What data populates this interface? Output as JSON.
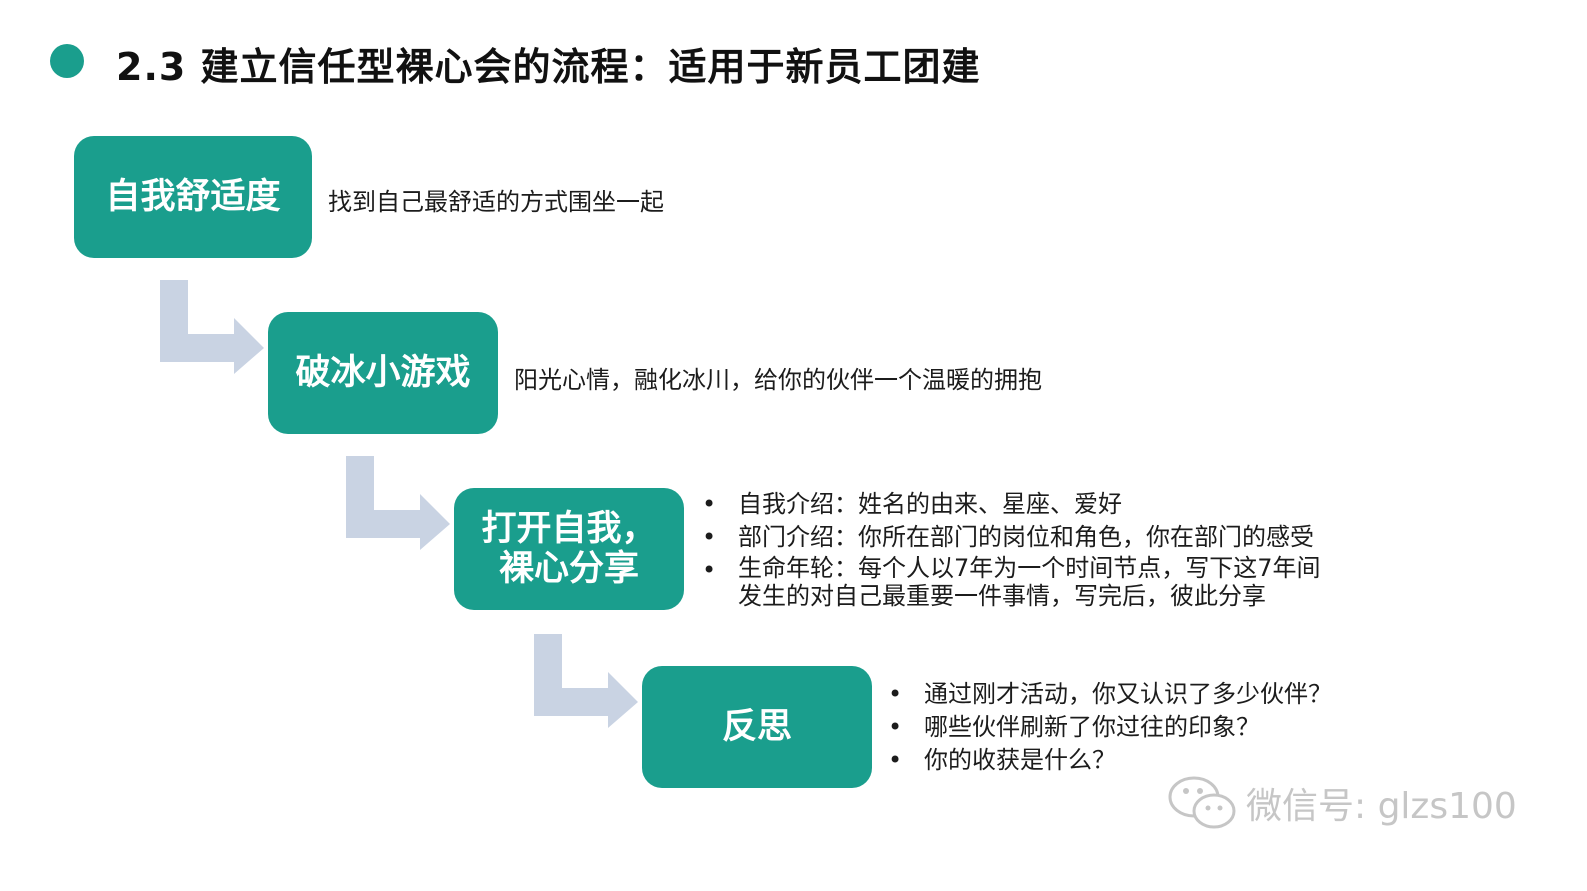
{
  "title": "2.3 建立信任型裸心会的流程：适用于新员工团建",
  "steps": [
    {
      "label": "自我舒适度",
      "desc": "找到自己最舒适的方式围坐一起"
    },
    {
      "label": "破冰小游戏",
      "desc": "阳光心情，融化冰川，给你的伙伴一个温暖的拥抱"
    },
    {
      "label": "打开自我，\n裸心分享",
      "bullets": [
        "自我介绍：姓名的由来、星座、爱好",
        "部门介绍：你所在部门的岗位和角色，你在部门的感受",
        "生命年轮：每个人以7年为一个时间节点，写下这7年间\n发生的对自己最重要一件事情，写完后，彼此分享"
      ]
    },
    {
      "label": "反思",
      "bullets": [
        "通过刚才活动，你又认识了多少伙伴？",
        "哪些伙伴刷新了你过往的印象？",
        "你的收获是什么？"
      ]
    }
  ],
  "bullet_glyph": "•",
  "watermark": "微信号: glzs100",
  "colors": {
    "accent": "#1a9e8d",
    "arrow": "#c9d3e3"
  }
}
